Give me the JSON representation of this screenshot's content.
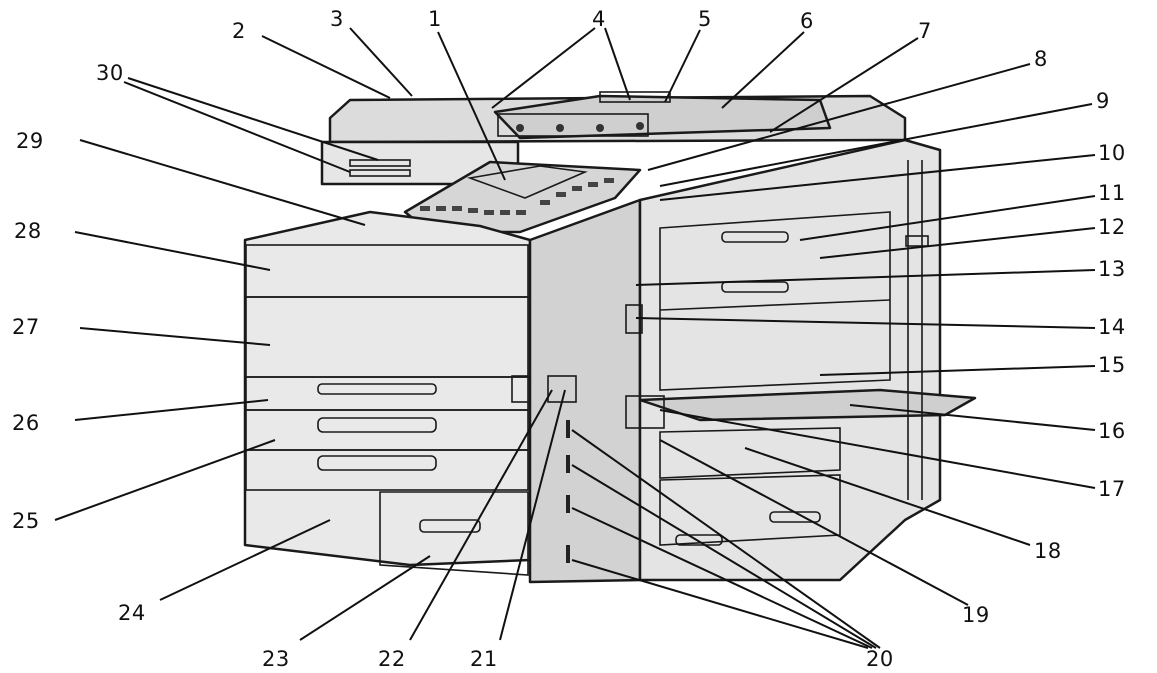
{
  "callouts": [
    {
      "id": "1",
      "label": "1"
    },
    {
      "id": "2",
      "label": "2"
    },
    {
      "id": "3",
      "label": "3"
    },
    {
      "id": "4",
      "label": "4"
    },
    {
      "id": "5",
      "label": "5"
    },
    {
      "id": "6",
      "label": "6"
    },
    {
      "id": "7",
      "label": "7"
    },
    {
      "id": "8",
      "label": "8"
    },
    {
      "id": "9",
      "label": "9"
    },
    {
      "id": "10",
      "label": "10"
    },
    {
      "id": "11",
      "label": "11"
    },
    {
      "id": "12",
      "label": "12"
    },
    {
      "id": "13",
      "label": "13"
    },
    {
      "id": "14",
      "label": "14"
    },
    {
      "id": "15",
      "label": "15"
    },
    {
      "id": "16",
      "label": "16"
    },
    {
      "id": "17",
      "label": "17"
    },
    {
      "id": "18",
      "label": "18"
    },
    {
      "id": "19",
      "label": "19"
    },
    {
      "id": "20",
      "label": "20"
    },
    {
      "id": "21",
      "label": "21"
    },
    {
      "id": "22",
      "label": "22"
    },
    {
      "id": "23",
      "label": "23"
    },
    {
      "id": "24",
      "label": "24"
    },
    {
      "id": "25",
      "label": "25"
    },
    {
      "id": "26",
      "label": "26"
    },
    {
      "id": "27",
      "label": "27"
    },
    {
      "id": "28",
      "label": "28"
    },
    {
      "id": "29",
      "label": "29"
    },
    {
      "id": "30",
      "label": "30"
    }
  ],
  "colors": {
    "background": "#ffffff",
    "body_fill": "#e9e9e9",
    "body_shade": "#d2d2d2",
    "panel_dark": "#9a9a9a",
    "ink": "#111111"
  }
}
